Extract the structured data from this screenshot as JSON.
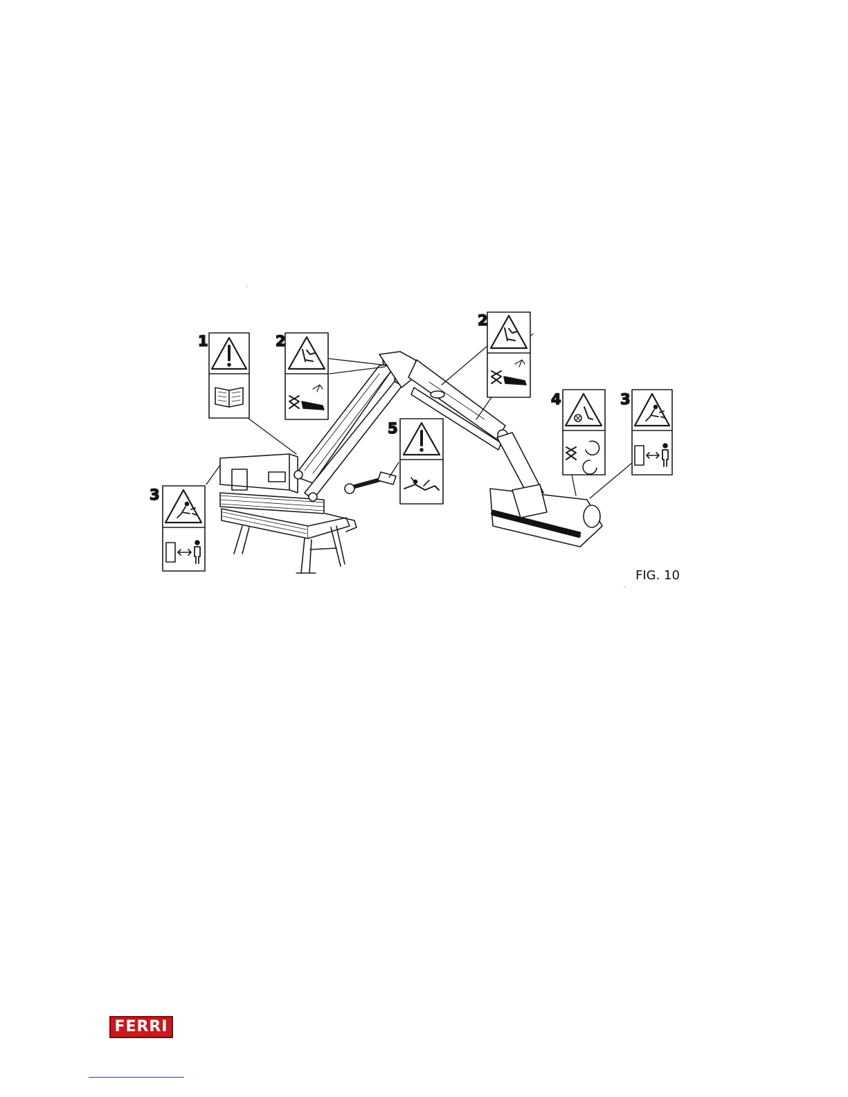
{
  "figure": {
    "caption": "FIG. 10",
    "labels": [
      {
        "id": "label-1",
        "number": "1",
        "symbols": [
          "exclamation-icon",
          "book-icon"
        ]
      },
      {
        "id": "label-2a",
        "number": "2",
        "symbols": [
          "crush-hazard-icon",
          "arm-pinch-icon"
        ]
      },
      {
        "id": "label-2b",
        "number": "2",
        "symbols": [
          "crush-hazard-icon",
          "arm-pinch-icon"
        ]
      },
      {
        "id": "label-3a",
        "number": "3",
        "symbols": [
          "projectile-hazard-icon",
          "safety-distance-icon"
        ]
      },
      {
        "id": "label-3b",
        "number": "3",
        "symbols": [
          "projectile-hazard-icon",
          "safety-distance-icon"
        ]
      },
      {
        "id": "label-4",
        "number": "4",
        "symbols": [
          "rotor-hazard-icon",
          "rotating-blades-icon"
        ]
      },
      {
        "id": "label-5",
        "number": "5",
        "symbols": [
          "exclamation-icon",
          "pto-entanglement-icon"
        ]
      }
    ]
  },
  "logo": {
    "text": "FERRI",
    "color": "#c8191e"
  }
}
